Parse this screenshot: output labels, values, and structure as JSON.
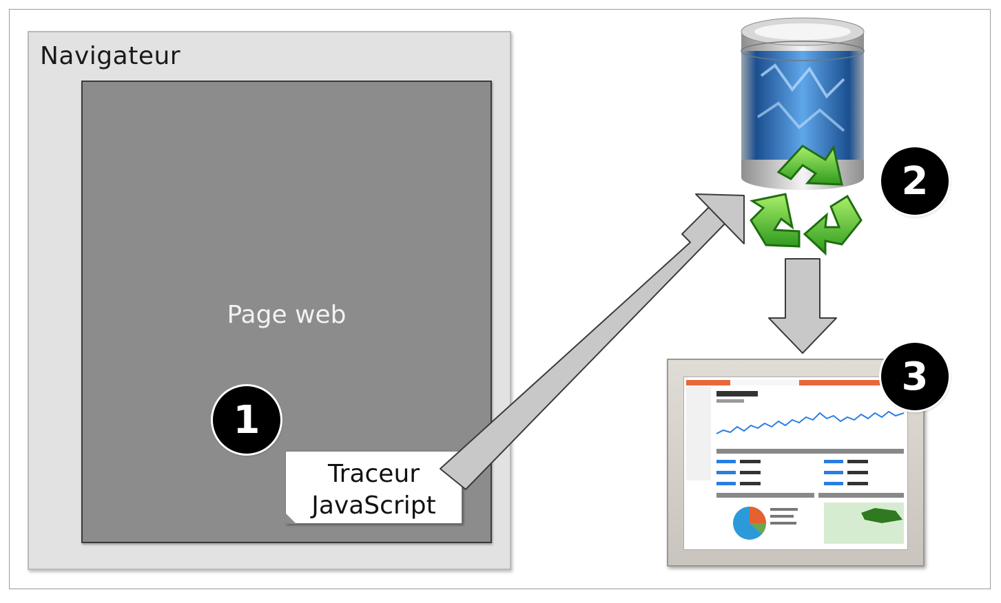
{
  "browser": {
    "title": "Navigateur"
  },
  "webpage": {
    "label": "Page web"
  },
  "tracker": {
    "line1": "Traceur",
    "line2": "JavaScript"
  },
  "badges": {
    "one": "1",
    "two": "2",
    "three": "3"
  },
  "colors": {
    "browser_bg": "#e2e2e2",
    "webpage_bg": "#8c8c8c",
    "arrow_fill": "#c8c8c8",
    "badge_bg": "#000000",
    "recycle_green": "#5cc23a",
    "database_blue": "#2f79c9",
    "dashboard_accent": "#e8683a"
  },
  "icons": {
    "database": "database-icon",
    "recycle": "recycle-icon",
    "dashboard": "analytics-dashboard-thumbnail"
  }
}
